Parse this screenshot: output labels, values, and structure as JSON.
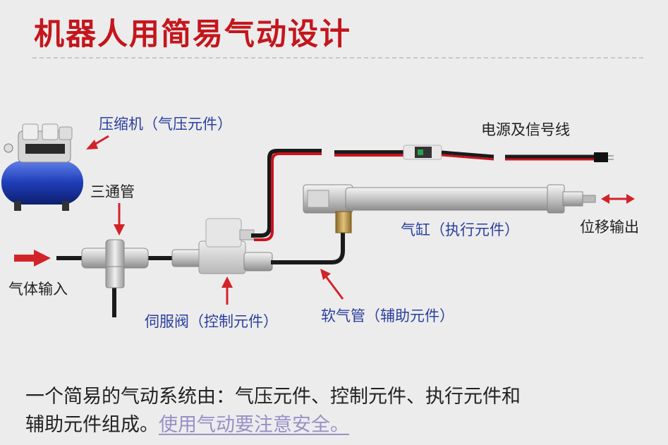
{
  "title": "机器人用简易气动设计",
  "labels": {
    "compressor": "压缩机（气压元件）",
    "tee": "三通管",
    "air_input": "气体输入",
    "servo_valve": "伺服阀（控制元件）",
    "hose": "软气管（辅助元件）",
    "cylinder": "气缸（执行元件）",
    "power_signal": "电源及信号线",
    "displacement_output": "位移输出"
  },
  "summary": {
    "line1": "一个简易的气动系统由：气压元件、控制元件、执行元件和",
    "line2": "辅助元件组成。",
    "safety_note": "使用气动要注意安全。"
  },
  "colors": {
    "title": "#c4161c",
    "component_label": "#2a3f9e",
    "arrow": "#d2232a",
    "compressor_tank": "#1f3db8",
    "safety_link": "#9890c8"
  }
}
